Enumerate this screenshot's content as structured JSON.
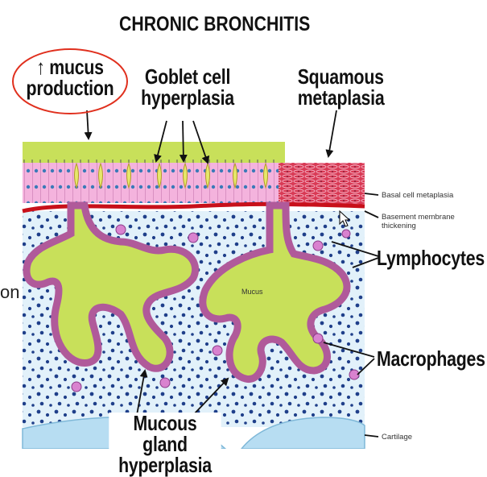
{
  "title": "CHRONIC BRONCHITIS",
  "labels": {
    "mucus_arrow": "↑",
    "mucus_line1": "mucus",
    "mucus_line2": "production",
    "goblet_line1": "Goblet cell",
    "goblet_line2": "hyperplasia",
    "squamous_line1": "Squamous",
    "squamous_line2": "metaplasia",
    "basal_cell": "Basal cell metaplasia",
    "basement_line1": "Basement membrane",
    "basement_line2": "thickening",
    "lymphocytes": "Lymphocytes",
    "macrophages": "Macrophages",
    "mucus_inner": "Mucus",
    "mucous_gland_line1": "Mucous gland",
    "mucous_gland_line2": "hyperplasia",
    "cartilage": "Cartilage",
    "cut_left": "on"
  },
  "colors": {
    "mucus": "#c8e05a",
    "epithelium": "#f0a8d6",
    "basement": "#c8101a",
    "squamous": "#d42a4a",
    "tissue": "#e2f1fa",
    "nucleus": "#1f3f8a",
    "cartilage": "#b7ddf2"
  }
}
